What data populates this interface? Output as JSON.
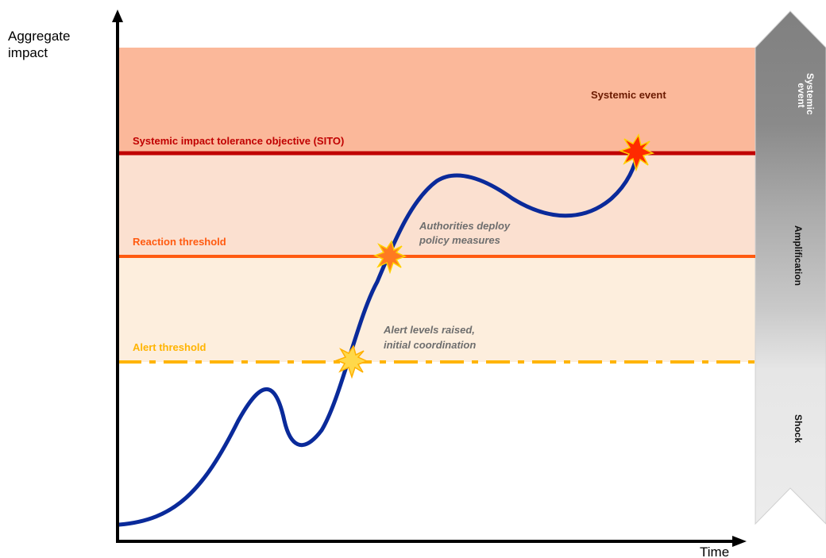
{
  "axes": {
    "y_label_line1": "Aggregate",
    "y_label_line2": "impact",
    "x_label": "Time"
  },
  "thresholds": {
    "sito": {
      "label": "Systemic impact tolerance objective (SITO)",
      "color": "#c00000"
    },
    "reaction": {
      "label": "Reaction threshold",
      "color": "#ff5a10"
    },
    "alert": {
      "label": "Alert threshold",
      "color": "#ffb400"
    }
  },
  "zones": {
    "systemic_event": {
      "label": "Systemic event",
      "fill": "#fbb89a"
    },
    "amplification_fill": "#fbe0d0",
    "shock_fill": "#fdeedd"
  },
  "annotations": {
    "policy_line1": "Authorities deploy",
    "policy_line2": "policy measures",
    "alert_line1": "Alert levels raised,",
    "alert_line2": "initial coordination"
  },
  "side_arrow": {
    "top_line1": "Systemic",
    "top_line2": "event",
    "middle": "Amplification",
    "bottom": "Shock"
  },
  "curve": {
    "color": "#0a2a9a"
  }
}
